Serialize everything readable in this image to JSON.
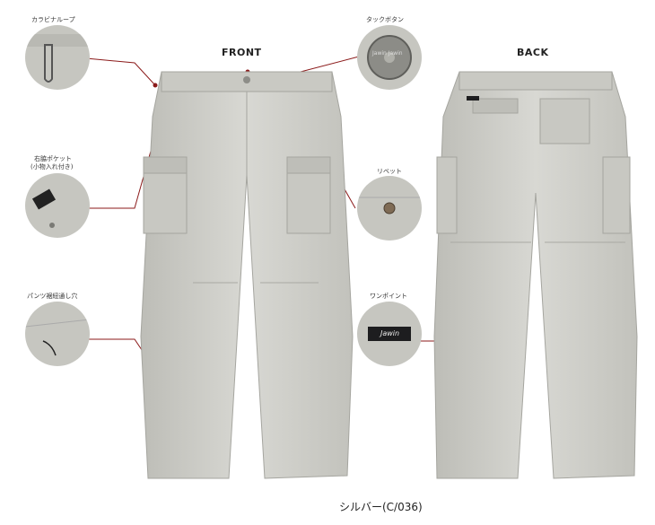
{
  "views": {
    "front": "FRONT",
    "back": "BACK"
  },
  "callouts": {
    "carabiner_loop": "カラビナループ",
    "tack_button": "タックボタン",
    "right_pocket_line1": "右脇ポケット",
    "right_pocket_line2": "(小物入れ付き)",
    "rivet": "リベット",
    "hem_hole": "パンツ裾紐通し穴",
    "one_point": "ワンポイント"
  },
  "button_text": "Jawin Jawin",
  "tag_text": "Jawin",
  "color_caption": "シルバー(C/036)",
  "colors": {
    "fabric": "#cfcfca",
    "fabric_shadow": "#b3b3ad",
    "leader_line": "#8b1a1a",
    "tag": "#1d1d1f"
  }
}
